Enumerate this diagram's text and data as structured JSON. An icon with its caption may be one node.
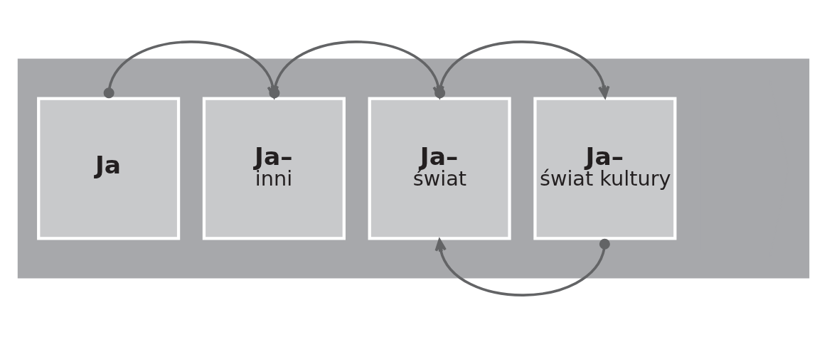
{
  "diagram": {
    "nodes": [
      {
        "text": [],
        "shape": "arrow"
      },
      {
        "text": [
          "Ja"
        ],
        "in": 0
      },
      {
        "text": [
          "Ja–",
          "inni"
        ],
        "in": 0
      },
      {
        "text": [
          "Ja–",
          "świat"
        ],
        "in": 0
      },
      {
        "text": [
          "Ja–",
          "świat kultury"
        ],
        "in": 0
      }
    ],
    "edges": [
      {
        "from": 1,
        "to": 2,
        "arrow": "to"
      },
      {
        "from": 2,
        "to": 3,
        "arrow": "to"
      },
      {
        "from": 3,
        "to": 4,
        "arrow": "to"
      },
      {
        "from": 4,
        "to": 3,
        "arrow": "to"
      }
    ]
  }
}
